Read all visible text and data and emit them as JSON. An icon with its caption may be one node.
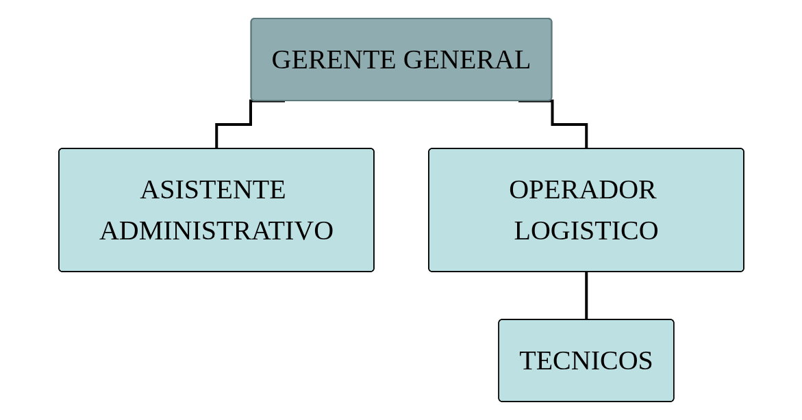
{
  "diagram": {
    "nodes": [
      {
        "text": [
          "GERENTE GENERAL"
        ]
      },
      {
        "text": [
          "ASISTENTE ADMINISTRATIVO"
        ]
      },
      {
        "text": [
          "OPERADOR LOGISTICO"
        ]
      },
      {
        "text": [
          "TECNICOS"
        ]
      }
    ],
    "edges": [
      {
        "from": 0,
        "to": 1,
        "arrow": "none"
      },
      {
        "from": 0,
        "to": 2,
        "arrow": "none"
      },
      {
        "from": 2,
        "to": 3,
        "arrow": "none"
      }
    ]
  }
}
